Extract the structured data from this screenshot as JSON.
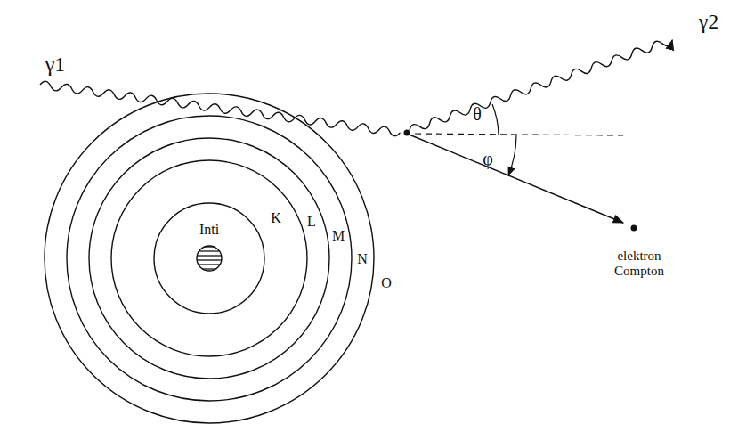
{
  "diagram": {
    "labels": [
      "γ1",
      "γ2",
      "Inti",
      "K",
      "L",
      "M",
      "N",
      "O",
      "θ",
      "φ",
      "elektron Compton"
    ]
  }
}
